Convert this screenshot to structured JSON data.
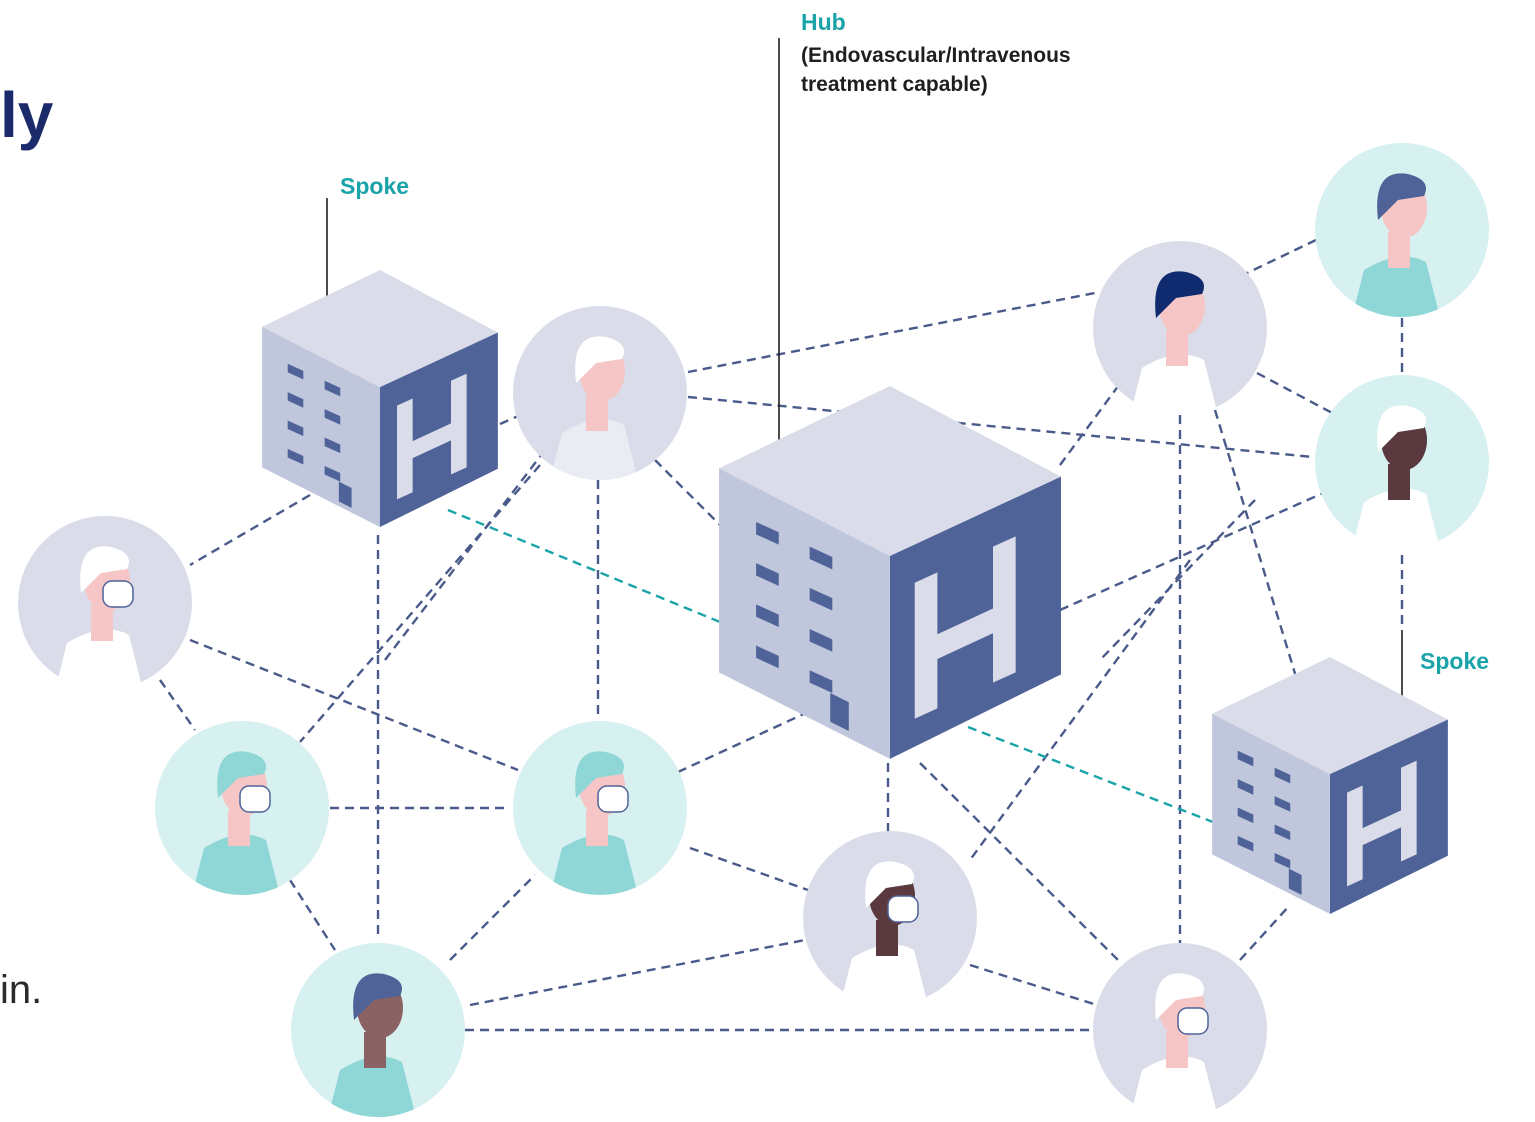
{
  "labels": {
    "hub_title": "Hub",
    "hub_desc_line1": "(Endovascular/Intravenous",
    "hub_desc_line2": "treatment capable)",
    "spoke_left": "Spoke",
    "spoke_right": "Spoke"
  },
  "fragments": {
    "top_left": "ly",
    "bottom_left": "in."
  },
  "colors": {
    "navy": "#1b2a6b",
    "accent_teal": "#1aa3a8",
    "building_front": "#c0c6dc",
    "building_side": "#4f6399",
    "building_top": "#dadde9",
    "grey_circle": "#dadde9",
    "teal_circle": "#d7f0f0",
    "dash_line": "#4a5a8a"
  },
  "icons": {
    "hospital": "hospital-building-icon",
    "person": "person-avatar-icon"
  }
}
